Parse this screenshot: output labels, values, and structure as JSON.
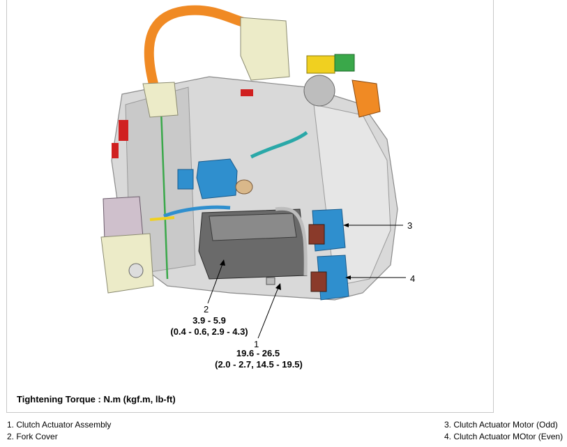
{
  "callouts": {
    "c1": {
      "num": "1",
      "torque_nm": "19.6 - 26.5",
      "torque_alt": "(2.0 - 2.7, 14.5 - 19.5)"
    },
    "c2": {
      "num": "2",
      "torque_nm": "3.9 - 5.9",
      "torque_alt": "(0.4 - 0.6, 2.9 - 4.3)"
    },
    "c3": {
      "num": "3"
    },
    "c4": {
      "num": "4"
    }
  },
  "note": "Tightening Torque : N.m (kgf.m, lb-ft)",
  "legend": {
    "left": [
      "1. Clutch Actuator Assembly",
      "2. Fork Cover"
    ],
    "right": [
      "3. Clutch Actuator Motor (Odd)",
      "4. Clutch Actuator MOtor (Even)"
    ]
  },
  "colors": {
    "cable": "#f08a24",
    "actuator_blue": "#2f8fce",
    "housing": "#dadada",
    "accent_red": "#d02020",
    "accent_yellow": "#f0d020",
    "accent_green": "#3aa84a"
  }
}
